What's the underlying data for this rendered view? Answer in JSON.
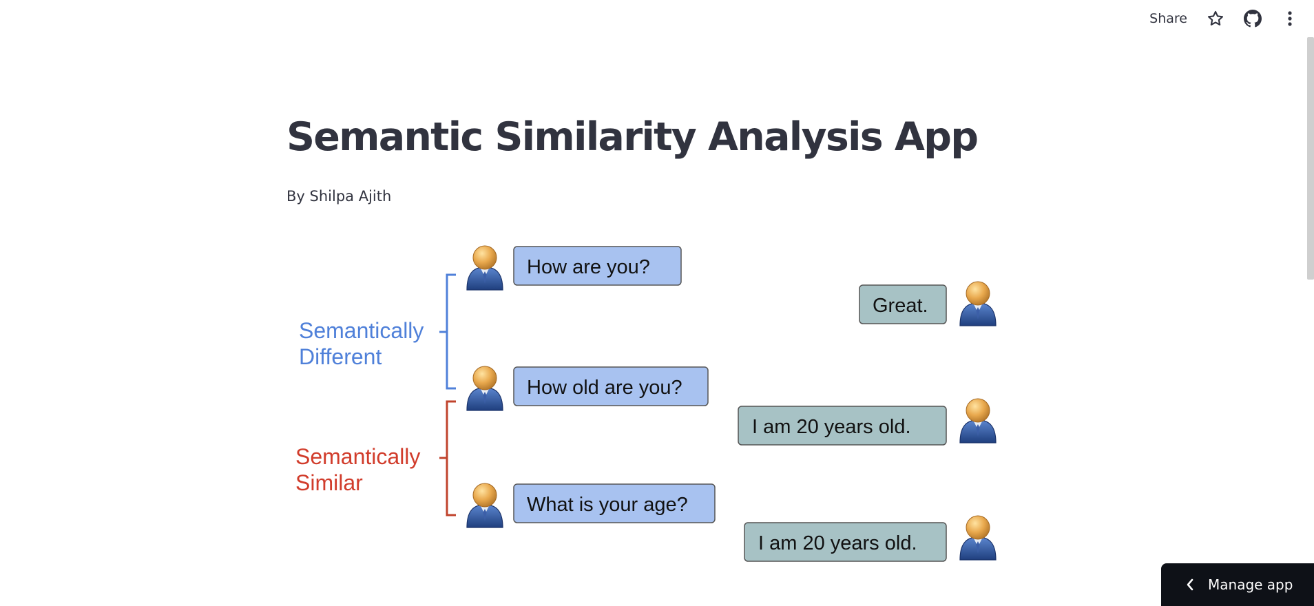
{
  "toolbar": {
    "share_label": "Share",
    "icons": [
      "star-icon",
      "github-icon",
      "more-vertical-icon"
    ]
  },
  "main": {
    "title": "Semantic Similarity Analysis App",
    "byline": "By Shilpa Ajith"
  },
  "diagram": {
    "groups": [
      {
        "label_line1": "Semantically",
        "label_line2": "Different",
        "color": "#4f80d9"
      },
      {
        "label_line1": "Semantically",
        "label_line2": "Similar",
        "color": "#d13c2b"
      }
    ],
    "questions": [
      "How are you?",
      "How old are you?",
      "What is your age?"
    ],
    "answers": [
      "Great.",
      "I am 20 years old.",
      "I am 20 years old."
    ],
    "question_color": "#a8c2f0",
    "answer_color": "#a7c2c5",
    "icons": [
      "person-icon"
    ]
  },
  "footer": {
    "manage_label": "Manage app",
    "icon": "chevron-left-icon"
  }
}
